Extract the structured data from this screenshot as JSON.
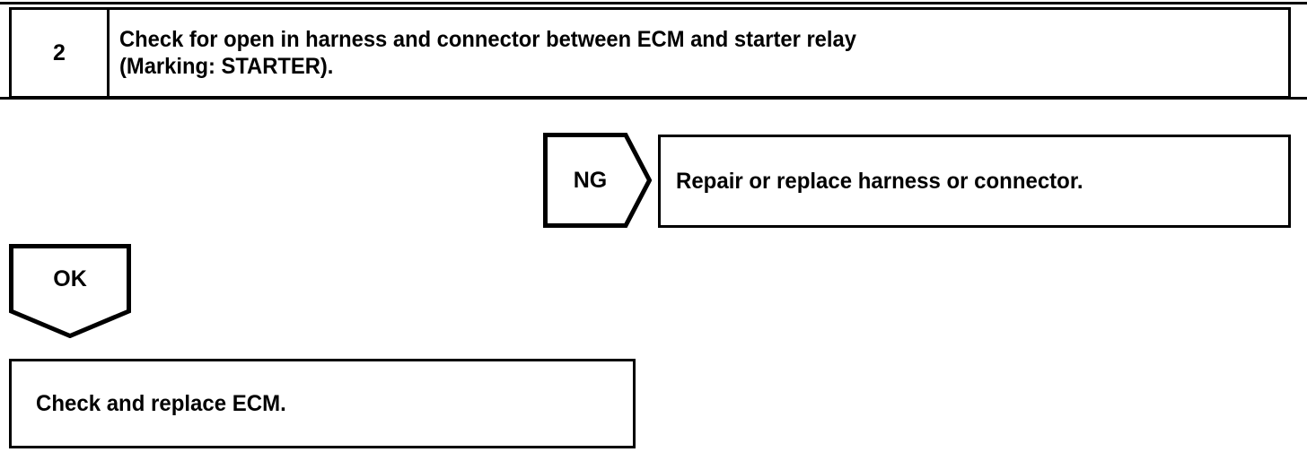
{
  "diagram": {
    "type": "troubleshooting-flowchart",
    "colors": {
      "line": "#000000",
      "background": "#ffffff",
      "text": "#000000"
    },
    "step": {
      "number": "2",
      "text_line1": "Check for open in harness and connector between ECM and starter relay",
      "text_line2": "(Marking: STARTER)."
    },
    "branches": {
      "ng": {
        "label": "NG",
        "result": "Repair or replace harness or connector."
      },
      "ok": {
        "label": "OK",
        "result": "Check and replace ECM."
      }
    }
  }
}
